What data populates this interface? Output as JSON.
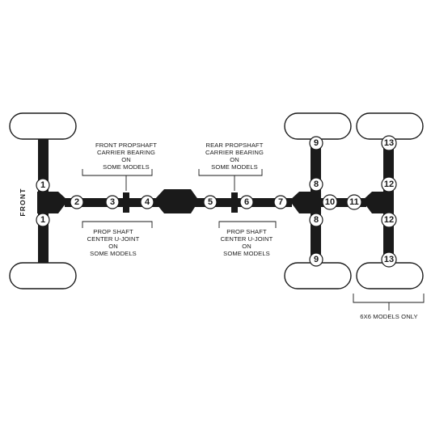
{
  "labels": {
    "front": "FRONT",
    "front_bearing": [
      "FRONT PROPSHAFT",
      "CARRIER BEARING",
      "ON",
      "SOME MODELS"
    ],
    "front_ujoint": [
      "PROP SHAFT",
      "CENTER U-JOINT",
      "ON",
      "SOME MODELS"
    ],
    "rear_bearing": [
      "REAR PROPSHAFT",
      "CARRIER BEARING",
      "ON",
      "SOME MODELS"
    ],
    "rear_ujoint": [
      "PROP SHAFT",
      "CENTER U-JOINT",
      "ON",
      "SOME MODELS"
    ],
    "six_by_six": "6X6 MODELS ONLY"
  },
  "markers": [
    "1",
    "1",
    "2",
    "3",
    "4",
    "5",
    "6",
    "7",
    "8",
    "8",
    "9",
    "9",
    "10",
    "11",
    "12",
    "12",
    "13",
    "13"
  ],
  "colors": {
    "ink": "#1a1a1a",
    "background": "#ffffff"
  }
}
